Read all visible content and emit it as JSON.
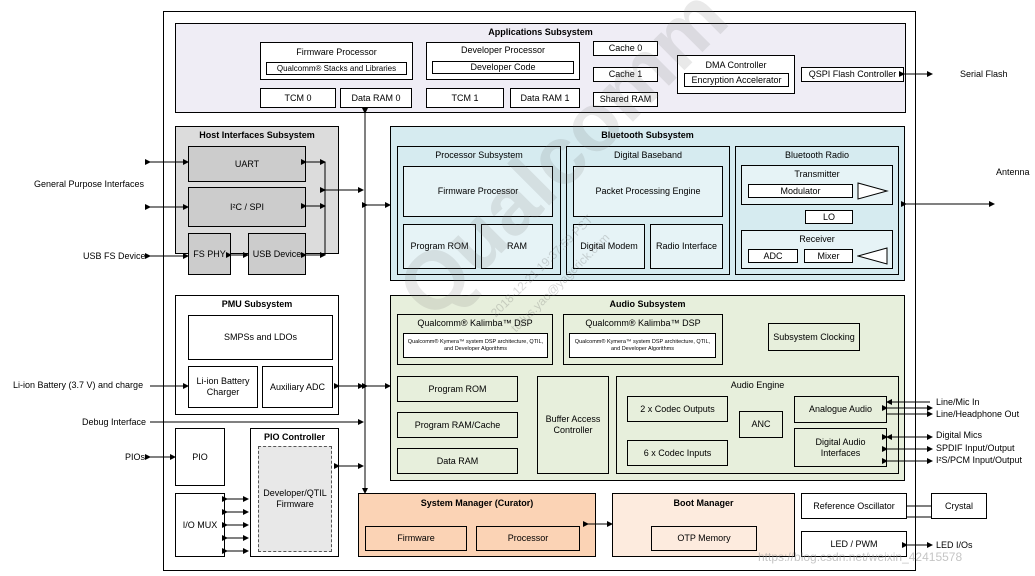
{
  "apps": {
    "title": "Applications Subsystem",
    "firmware_processor": "Firmware Processor",
    "qc_stacks": "Qualcomm® Stacks and Libraries",
    "developer_processor": "Developer Processor",
    "developer_code": "Developer Code",
    "cache0": "Cache 0",
    "cache1": "Cache 1",
    "shared_ram": "Shared RAM",
    "dma": "DMA Controller",
    "encryption": "Encryption Accelerator",
    "qspi": "QSPI Flash Controller",
    "tcm0": "TCM 0",
    "dataram0": "Data RAM 0",
    "tcm1": "TCM 1",
    "dataram1": "Data RAM 1"
  },
  "host": {
    "title": "Host Interfaces Subsystem",
    "uart": "UART",
    "i2c_spi": "I²C / SPI",
    "fs_phy": "FS PHY",
    "usb_device": "USB Device"
  },
  "bt": {
    "title": "Bluetooth Subsystem",
    "proc_title": "Processor Subsystem",
    "firmware_processor": "Firmware Processor",
    "program_rom": "Program ROM",
    "ram": "RAM",
    "baseband_title": "Digital Baseband",
    "packet_engine": "Packet Processing Engine",
    "digital_modem": "Digital Modem",
    "radio_interface": "Radio Interface",
    "radio_title": "Bluetooth Radio",
    "transmitter": "Transmitter",
    "modulator": "Modulator",
    "lo": "LO",
    "receiver": "Receiver",
    "adc": "ADC",
    "mixer": "Mixer"
  },
  "pmu": {
    "title": "PMU Subsystem",
    "smps": "SMPSs and LDOs",
    "charger": "Li-ion Battery Charger",
    "aux_adc": "Auxiliary ADC"
  },
  "audio": {
    "title": "Audio Subsystem",
    "dsp1": "Qualcomm® Kalimba™ DSP",
    "dsp1_desc": "Qualcomm® Kymera™ system DSP architecture, QTIL, and Developer Algorithms",
    "dsp2": "Qualcomm® Kalimba™ DSP",
    "dsp2_desc": "Qualcomm® Kymera™ system DSP architecture, QTIL, and Developer Algorithms",
    "clocking": "Subsystem Clocking",
    "program_rom": "Program ROM",
    "program_ram": "Program RAM/Cache",
    "data_ram": "Data RAM",
    "buffer": "Buffer Access Controller",
    "engine_title": "Audio Engine",
    "codec_out": "2 x Codec Outputs",
    "codec_in": "6 x Codec Inputs",
    "anc": "ANC",
    "analogue": "Analogue Audio",
    "digital_if": "Digital Audio Interfaces"
  },
  "pio": {
    "pio": "PIO",
    "io_mux": "I/O MUX"
  },
  "pio_ctrl": {
    "title": "PIO Controller",
    "firmware": "Developer/QTIL Firmware"
  },
  "sysmgr": {
    "title": "System Manager (Curator)",
    "firmware": "Firmware",
    "processor": "Processor"
  },
  "boot": {
    "title": "Boot Manager",
    "otp": "OTP Memory"
  },
  "ref_osc": "Reference Oscillator",
  "crystal": "Crystal",
  "led_pwm": "LED / PWM",
  "ext": {
    "gpi": "General Purpose Interfaces",
    "usb_fs": "USB FS Device",
    "battery": "Li-ion Battery (3.7 V) and charge",
    "debug": "Debug Interface",
    "pios": "PIOs",
    "serial_flash": "Serial Flash",
    "antenna": "Antenna",
    "line_mic": "Line/Mic In",
    "line_hp": "Line/Headphone Out",
    "dmics": "Digital Mics",
    "spdif": "SPDIF Input/Output",
    "i2s": "I²S/PCM Input/Output",
    "led_ios": "LED I/Os"
  },
  "watermark": {
    "brand": "Qualcomm",
    "stamp": "2018-12-21 19:37:59 PST",
    "email": "tullus.yao@yagerick.com",
    "url": "https://blog.csdn.net/weixin_42415578"
  },
  "colors": {
    "apps_bg": "#efedf5",
    "host_bg": "#dcdcdc",
    "host_inner": "#cccccc",
    "bt_bg": "#d6ebf0",
    "bt_inner": "#e6f3f6",
    "audio_bg": "#e7efdc",
    "sysmgr_bg": "#fbd3b5",
    "boot_bg": "#fdebde"
  }
}
